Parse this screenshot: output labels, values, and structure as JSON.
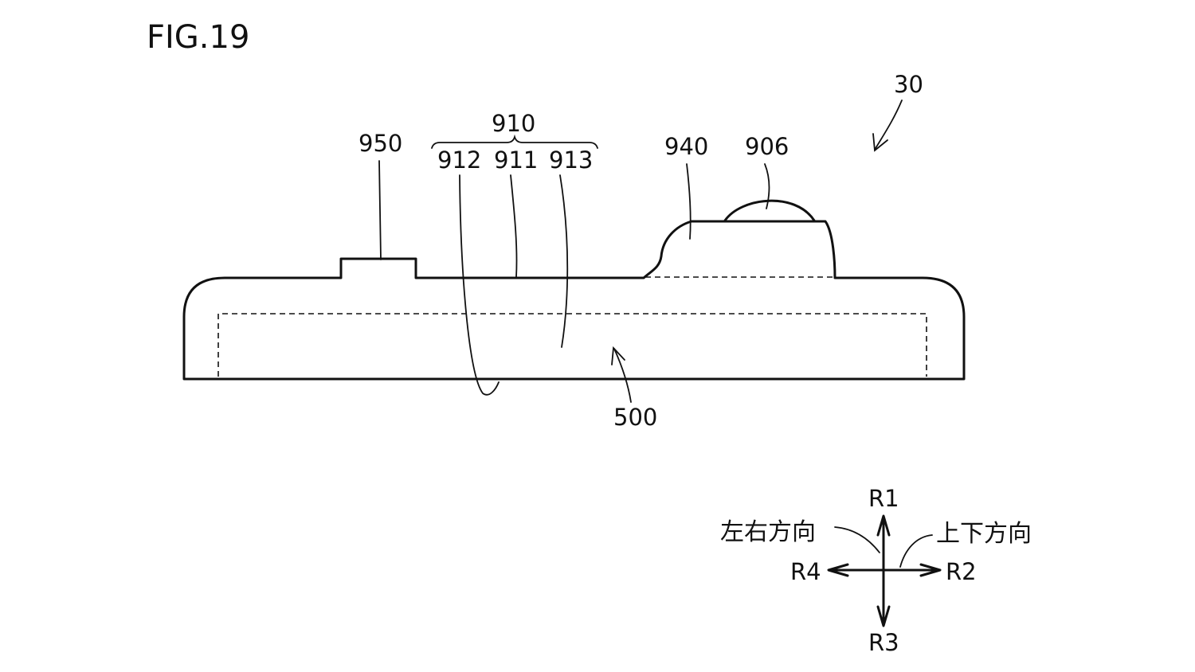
{
  "figure": {
    "title": "FIG.19",
    "device_ref": "30",
    "refs": {
      "r950": "950",
      "r910": "910",
      "r912": "912",
      "r911": "911",
      "r913": "913",
      "r940": "940",
      "r906": "906",
      "r500": "500"
    },
    "directions": {
      "r1": "R1",
      "r2": "R2",
      "r3": "R3",
      "r4": "R4",
      "horizontal_label": "左右方向",
      "vertical_label": "上下方向"
    }
  }
}
